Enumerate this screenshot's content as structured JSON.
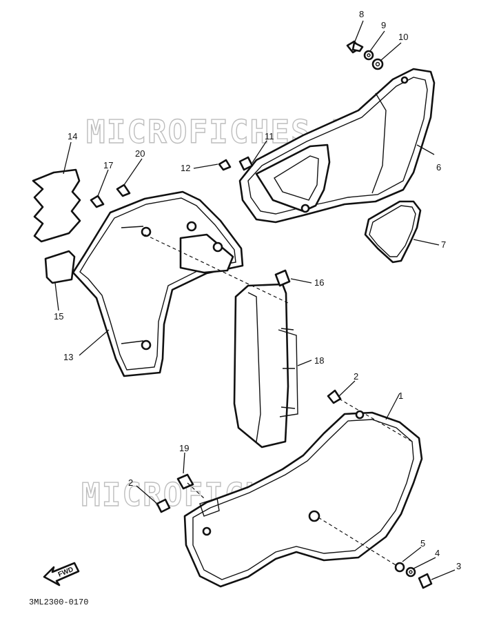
{
  "watermark": "MICROFICHES.NET",
  "drawing_code": "3ML2300-0170",
  "fwd_label": "FWD",
  "callouts": [
    "1",
    "2",
    "2",
    "3",
    "4",
    "5",
    "6",
    "7",
    "8",
    "9",
    "10",
    "11",
    "12",
    "13",
    "14",
    "15",
    "16",
    "17",
    "18",
    "19",
    "20"
  ]
}
